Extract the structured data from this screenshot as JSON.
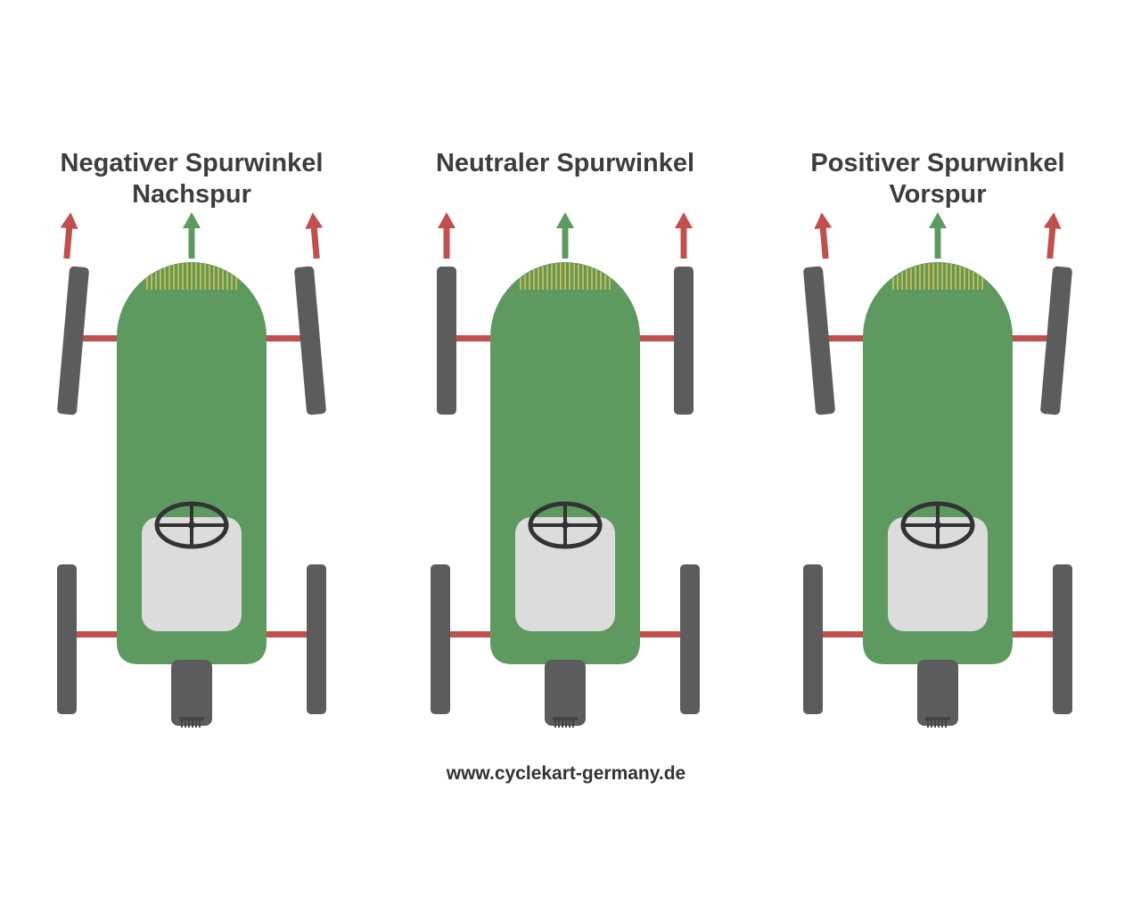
{
  "panels": [
    {
      "title_lines": [
        "Negativer Spurwinkel",
        "Nachspur"
      ],
      "toe": "negative"
    },
    {
      "title_lines": [
        "Neutraler Spurwinkel"
      ],
      "toe": "neutral"
    },
    {
      "title_lines": [
        "Positiver Spurwinkel",
        "Vorspur"
      ],
      "toe": "positive"
    }
  ],
  "footer": {
    "website": "www.cyclekart-germany.de"
  },
  "colors": {
    "body": "#5e9a5f",
    "wheel": "#5c5c5c",
    "axle": "#c0504d",
    "wheel_arrow": "#c0504d",
    "direction_arrow": "#5e9a5f",
    "seat": "#dcdcdc",
    "steering_wheel": "#333333",
    "grille": "#c9b94a"
  },
  "icons": {
    "wheel_arrow": "arrow-up-icon",
    "direction_arrow": "arrow-up-icon",
    "steering_wheel": "steering-wheel-icon"
  }
}
